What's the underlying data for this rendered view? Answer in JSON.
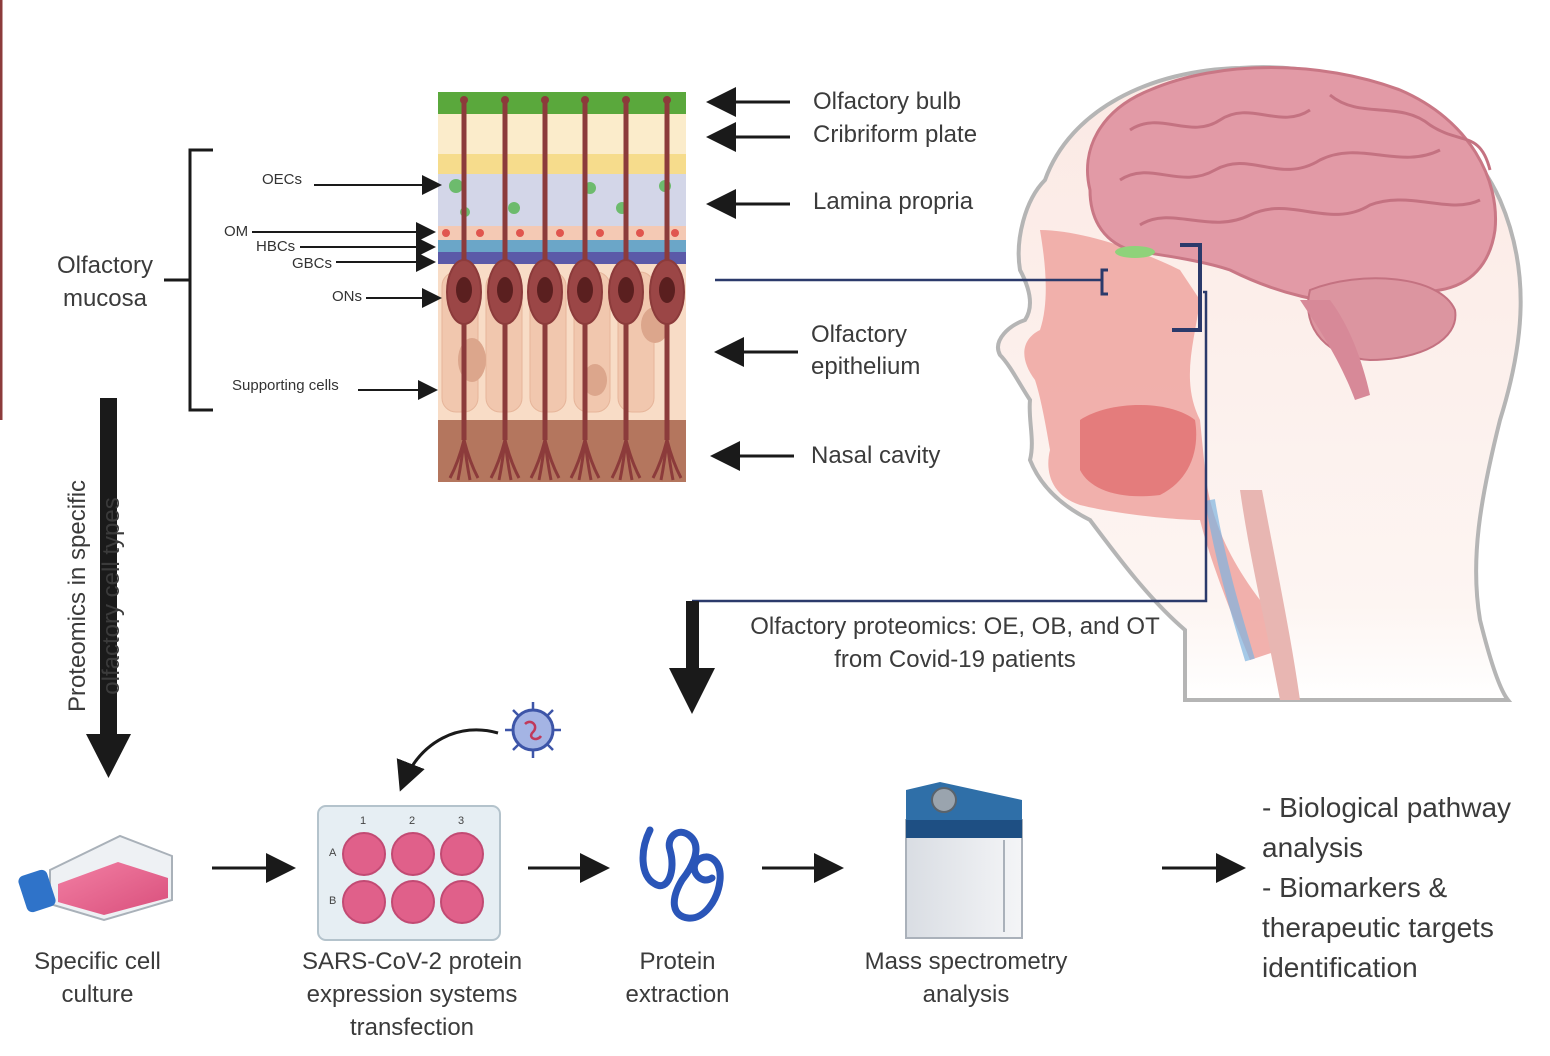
{
  "tissue_labels": {
    "olfactory_bulb": "Olfactory bulb",
    "cribriform_plate": "Cribriform plate",
    "lamina_propria": "Lamina propria",
    "olfactory_epithelium_1": "Olfactory",
    "olfactory_epithelium_2": "epithelium",
    "nasal_cavity": "Nasal cavity"
  },
  "cell_labels": {
    "oecs": "OECs",
    "om": "OM",
    "hbcs": "HBCs",
    "gbcs": "GBCs",
    "ons": "ONs",
    "supporting_cells": "Supporting cells"
  },
  "mucosa_label": {
    "line1": "Olfactory",
    "line2": "mucosa"
  },
  "vertical_label": {
    "line1": "Proteomics in specific",
    "line2": "olfactory cell types"
  },
  "patients_label": {
    "line1": "Olfactory proteomics: OE, OB, and OT",
    "line2": "from Covid-19 patients"
  },
  "workflow": {
    "cell_culture": {
      "line1": "Specific cell",
      "line2": "culture"
    },
    "transfection": {
      "line1": "SARS-CoV-2 protein",
      "line2": "expression systems",
      "line3": "transfection"
    },
    "extraction": {
      "line1": "Protein",
      "line2": "extraction"
    },
    "mass_spec": {
      "line1": "Mass spectrometry",
      "line2": "analysis"
    }
  },
  "plate": {
    "col1": "1",
    "col2": "2",
    "col3": "3",
    "row_a": "A",
    "row_b": "B"
  },
  "results": {
    "line1": "- Biological pathway",
    "line2": "analysis",
    "line3": "- Biomarkers &",
    "line4": "therapeutic targets",
    "line5": "identification"
  },
  "colors": {
    "arrow": "#1a1a1a",
    "bulb_green": "#5aa83c",
    "neuron": "#8c3b3b",
    "brain_pink": "#d98a96",
    "face_pink": "#f0a8a4",
    "plate_well": "#e0608a",
    "protein_blue": "#2a55b8",
    "connector_navy": "#2b3a6b"
  },
  "icons": [
    "cell-flask-icon",
    "well-plate-icon",
    "virus-icon",
    "protein-icon",
    "mass-spectrometer-icon",
    "head-anatomy-icon"
  ]
}
